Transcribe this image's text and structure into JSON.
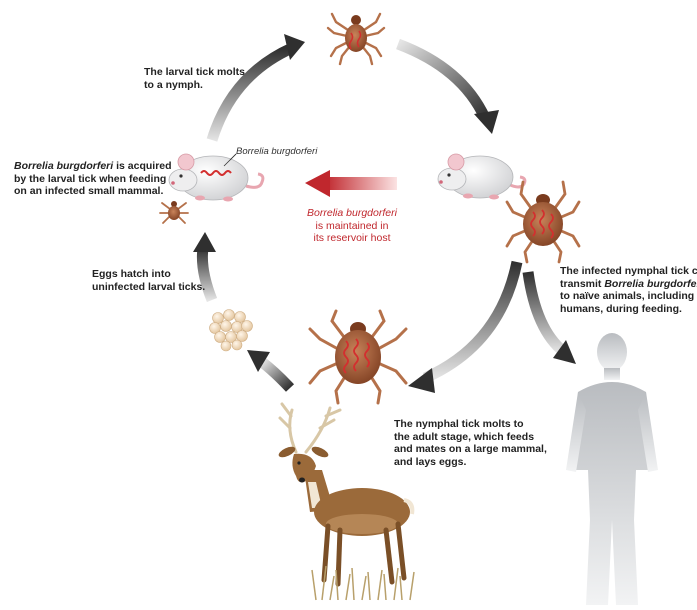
{
  "diagram": {
    "pathogen_callout": "Borrelia burgdorferi",
    "captions": {
      "larval_molt": [
        "The larval tick molts",
        "to a nymph."
      ],
      "acquired": {
        "line1_italic": "Borrelia burgdorferi",
        "line1_rest": " is acquired",
        "line2": "by the larval tick when feeding",
        "line3": "on an infected small mammal."
      },
      "eggs_hatch": [
        "Eggs hatch into",
        "uninfected larval ticks."
      ],
      "reservoir": {
        "line1": "Borrelia burgdorferi",
        "line2": "is maintained in",
        "line3": "its reservoir host"
      },
      "nymph_transmit": {
        "line1": "The infected nymphal tick can",
        "line2_pre": "transmit ",
        "line2_italic": "Borrelia burgdorferi",
        "line3": "to naïve animals, including",
        "line4": "humans, during feeding."
      },
      "adult_stage": [
        "The nymphal tick molts to",
        "the adult stage, which feeds",
        "and mates on a large mammal,",
        "and lays eggs."
      ]
    },
    "colors": {
      "arrow_dark": "#3a3a3a",
      "arrow_red": "#c0272d",
      "tick_body": "#8b4a2b",
      "tick_legs": "#b5714a",
      "mouse_fur": "#e9e9ea",
      "mouse_pink": "#e8a6b0",
      "deer_fur": "#9b6a3a",
      "egg": "#efd6b4",
      "human": "#cfd1d3",
      "spirochete": "#d32f2f"
    }
  }
}
